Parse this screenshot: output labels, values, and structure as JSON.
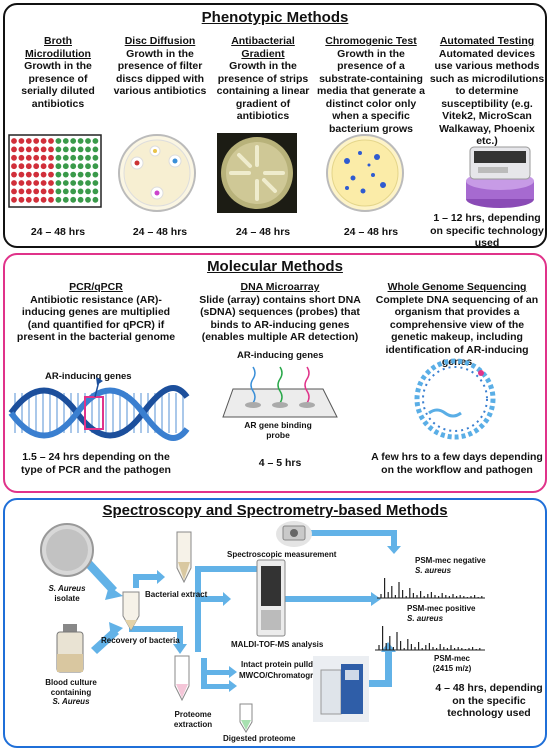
{
  "phenotypic": {
    "title": "Phenotypic Methods",
    "columns": [
      {
        "heading": "Broth",
        "heading2": "Microdilution",
        "text": "Growth in the presence of serially diluted antibiotics",
        "time": "24 – 48 hrs"
      },
      {
        "heading": "Disc Diffusion",
        "text": "Growth in the presence of filter discs dipped with various antibiotics",
        "time": "24 – 48 hrs"
      },
      {
        "heading": "Antibacterial",
        "heading2": "Gradient",
        "text": "Growth in the presence of strips containing a linear gradient of antibiotics",
        "time": "24 – 48 hrs"
      },
      {
        "heading": "Chromogenic Test",
        "text": "Growth in the presence of a substrate-containing media that generate a distinct color only when a specific bacterium grows",
        "time": "24 – 48 hrs"
      },
      {
        "heading": "Automated Testing",
        "text": "Automated devices use various methods such as microdilutions to determine susceptibility (e.g. Vitek2, MicroScan Walkaway, Phoenix etc.)",
        "time": "1 – 12 hrs, depending on specific technology used"
      }
    ]
  },
  "molecular": {
    "title": "Molecular Methods",
    "columns": [
      {
        "heading": "PCR/qPCR",
        "text": "Antibiotic resistance (AR)-inducing genes are multiplied (and quantified for qPCR) if present in the bacterial genome",
        "time": "1.5 – 24 hrs depending on the type of PCR and the pathogen",
        "figure_label": "AR-inducing genes"
      },
      {
        "heading": "DNA Microarray",
        "text": "Slide (array) contains short DNA (sDNA) sequences (probes) that binds to AR-inducing genes (enables multiple AR detection)",
        "time": "4 – 5 hrs",
        "figure_label": "AR-inducing genes",
        "figure_label2": "AR gene binding probe"
      },
      {
        "heading": "Whole Genome Sequencing",
        "text": "Complete DNA sequencing of an organism that provides a comprehensive view of the genetic makeup, including identification of AR-inducing genes",
        "time": "A few hrs to a few days depending on the workflow and pathogen"
      }
    ]
  },
  "spectroscopy": {
    "title": "Spectroscopy and Spectrometry-based Methods",
    "labels": {
      "isolate_1": "S. Aureus",
      "isolate_2": "isolate",
      "blood_1": "Blood culture",
      "blood_2": "containing",
      "blood_3": "S. Aureus",
      "recovery": "Recovery of bacteria",
      "extract": "Bacterial extract",
      "spectro": "Spectroscopic measurement",
      "maldi": "MALDI-TOF-MS analysis",
      "proteome_1": "Proteome",
      "proteome_2": "extraction",
      "pulldown": "Intact protein pulldown",
      "mwco": "MWCO/Chromatography",
      "digested": "Digested proteome",
      "psm_neg_1": "PSM-mec negative",
      "psm_neg_2": "S. aureus",
      "psm_pos_1": "PSM-mec positive",
      "psm_pos_2": "S. aureus",
      "psm_mec_1": "PSM-mec",
      "psm_mec_2": "(2415 m/z)"
    },
    "time": "4 – 48 hrs, depending on the specific technology used"
  },
  "colors": {
    "phenotypic_border": "#111111",
    "molecular_border": "#e0338a",
    "spectro_border": "#1f6fd8",
    "arrow_blue": "#5aaee6"
  }
}
